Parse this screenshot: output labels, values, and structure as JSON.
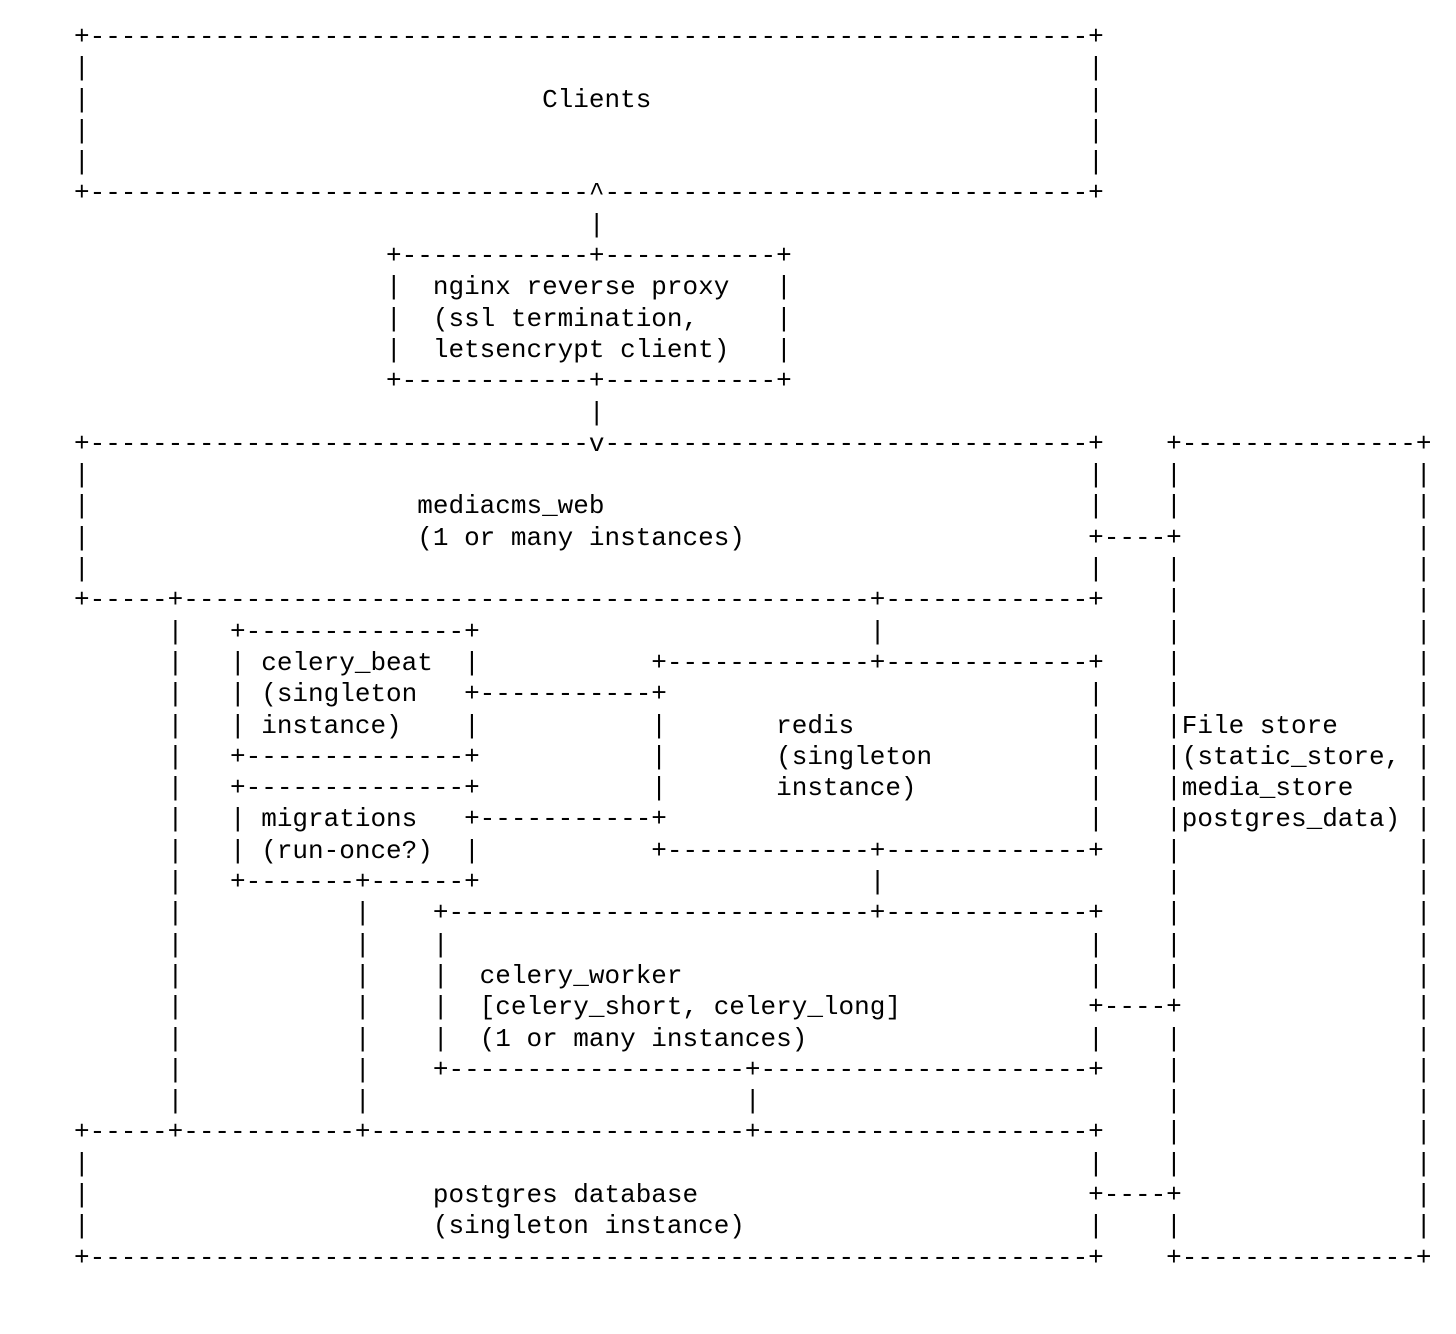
{
  "colors": {
    "background": "#ffffff",
    "text": "#000000"
  },
  "diagram": {
    "nodes": [
      {
        "id": "clients",
        "label": "Clients"
      },
      {
        "id": "nginx",
        "label": "nginx reverse proxy",
        "sublabel": "(ssl termination, letsencrypt client)"
      },
      {
        "id": "mediacms_web",
        "label": "mediacms_web",
        "sublabel": "(1 or many instances)"
      },
      {
        "id": "celery_beat",
        "label": "celery_beat",
        "sublabel": "(singleton instance)"
      },
      {
        "id": "migrations",
        "label": "migrations",
        "sublabel": "(run-once?)"
      },
      {
        "id": "redis",
        "label": "redis",
        "sublabel": "(singleton instance)"
      },
      {
        "id": "celery_worker",
        "label": "celery_worker",
        "sublabel": "[celery_short, celery_long] (1 or many instances)"
      },
      {
        "id": "postgres",
        "label": "postgres database",
        "sublabel": "(singleton instance)"
      },
      {
        "id": "file_store",
        "label": "File store",
        "sublabel": "(static_store, media_store postgres_data)"
      }
    ],
    "lines": [
      "+----------------------------------------------------------------+",
      "|                                                                |",
      "|                             Clients                            |",
      "|                                                                |",
      "|                                                                |",
      "+--------------------------------^-------------------------------+",
      "                                 |",
      "                    +------------+-----------+",
      "                    |  nginx reverse proxy   |",
      "                    |  (ssl termination,     |",
      "                    |  letsencrypt client)   |",
      "                    +------------+-----------+",
      "                                 |",
      "+--------------------------------v-------------------------------+    +---------------+",
      "|                                                                |    |               |",
      "|                     mediacms_web                               |    |               |",
      "|                     (1 or many instances)                      +----+               |",
      "|                                                                |    |               |",
      "+-----+--------------------------------------------+-------------+    |               |",
      "      |   +--------------+                         |                  |               |",
      "      |   | celery_beat  |           +-------------+-------------+    |               |",
      "      |   | (singleton   +-----------+                           |    |               |",
      "      |   | instance)    |           |       redis               |    |File store     |",
      "      |   +--------------+           |       (singleton          |    |(static_store, |",
      "      |   +--------------+           |       instance)           |    |media_store    |",
      "      |   | migrations   +-----------+                           |    |postgres_data) |",
      "      |   | (run-once?)  |           +-------------+-------------+    |               |",
      "      |   +-------+------+                         |                  |               |",
      "      |           |    +---------------------------+-------------+    |               |",
      "      |           |    |                                         |    |               |",
      "      |           |    |  celery_worker                          |    |               |",
      "      |           |    |  [celery_short, celery_long]            +----+               |",
      "      |           |    |  (1 or many instances)                  |    |               |",
      "      |           |    +-------------------+---------------------+    |               |",
      "      |           |                        |                          |               |",
      "+-----+-----------+------------------------+---------------------+    |               |",
      "|                                                                |    |               |",
      "|                      postgres database                         +----+               |",
      "|                      (singleton instance)                      |    |               |",
      "+----------------------------------------------------------------+    +---------------+"
    ]
  }
}
